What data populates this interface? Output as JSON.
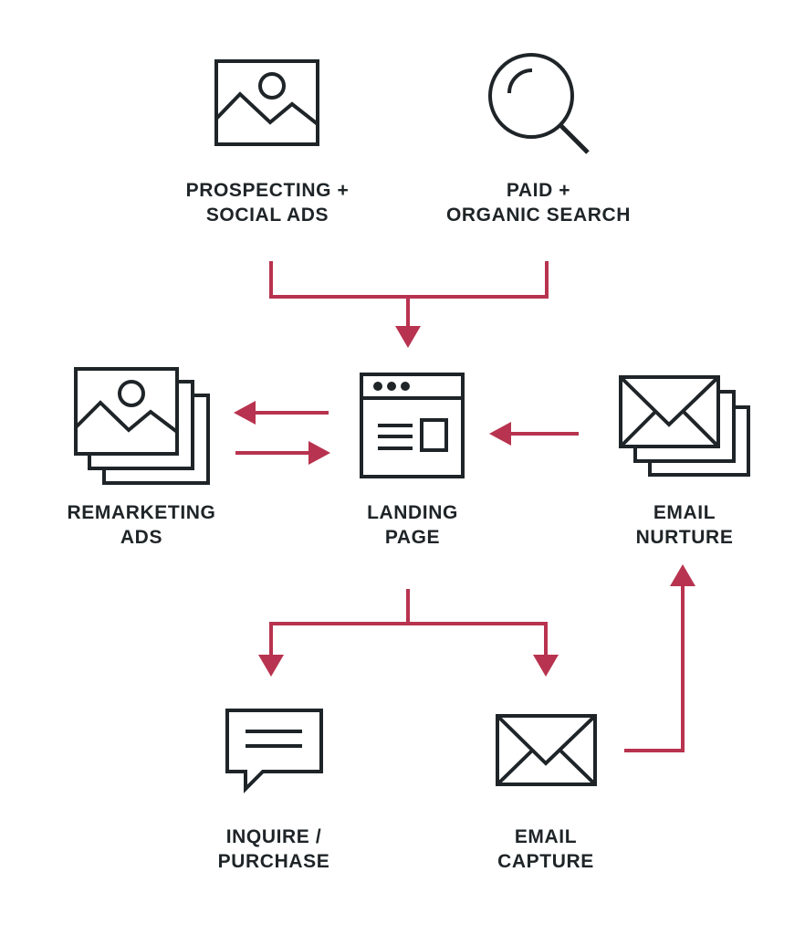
{
  "colors": {
    "icon_stroke": "#1e2427",
    "arrow": "#b8334f",
    "background": "#ffffff"
  },
  "nodes": {
    "prospecting": {
      "icon": "image-icon",
      "line1": "PROSPECTING +",
      "line2": "SOCIAL ADS"
    },
    "search": {
      "icon": "magnifier-icon",
      "line1": "PAID +",
      "line2": "ORGANIC SEARCH"
    },
    "remarketing": {
      "icon": "image-stack-icon",
      "line1": "REMARKETING",
      "line2": "ADS"
    },
    "landing": {
      "icon": "browser-window-icon",
      "line1": "LANDING",
      "line2": "PAGE"
    },
    "nurture": {
      "icon": "envelope-stack-icon",
      "line1": "EMAIL",
      "line2": "NURTURE"
    },
    "inquire": {
      "icon": "chat-bubble-icon",
      "line1": "INQUIRE /",
      "line2": "PURCHASE"
    },
    "capture": {
      "icon": "envelope-icon",
      "line1": "EMAIL",
      "line2": "CAPTURE"
    }
  },
  "edges": [
    {
      "from": "prospecting",
      "to": "landing"
    },
    {
      "from": "search",
      "to": "landing"
    },
    {
      "from": "landing",
      "to": "remarketing"
    },
    {
      "from": "remarketing",
      "to": "landing"
    },
    {
      "from": "nurture",
      "to": "landing"
    },
    {
      "from": "landing",
      "to": "inquire"
    },
    {
      "from": "landing",
      "to": "capture"
    },
    {
      "from": "capture",
      "to": "nurture"
    }
  ]
}
